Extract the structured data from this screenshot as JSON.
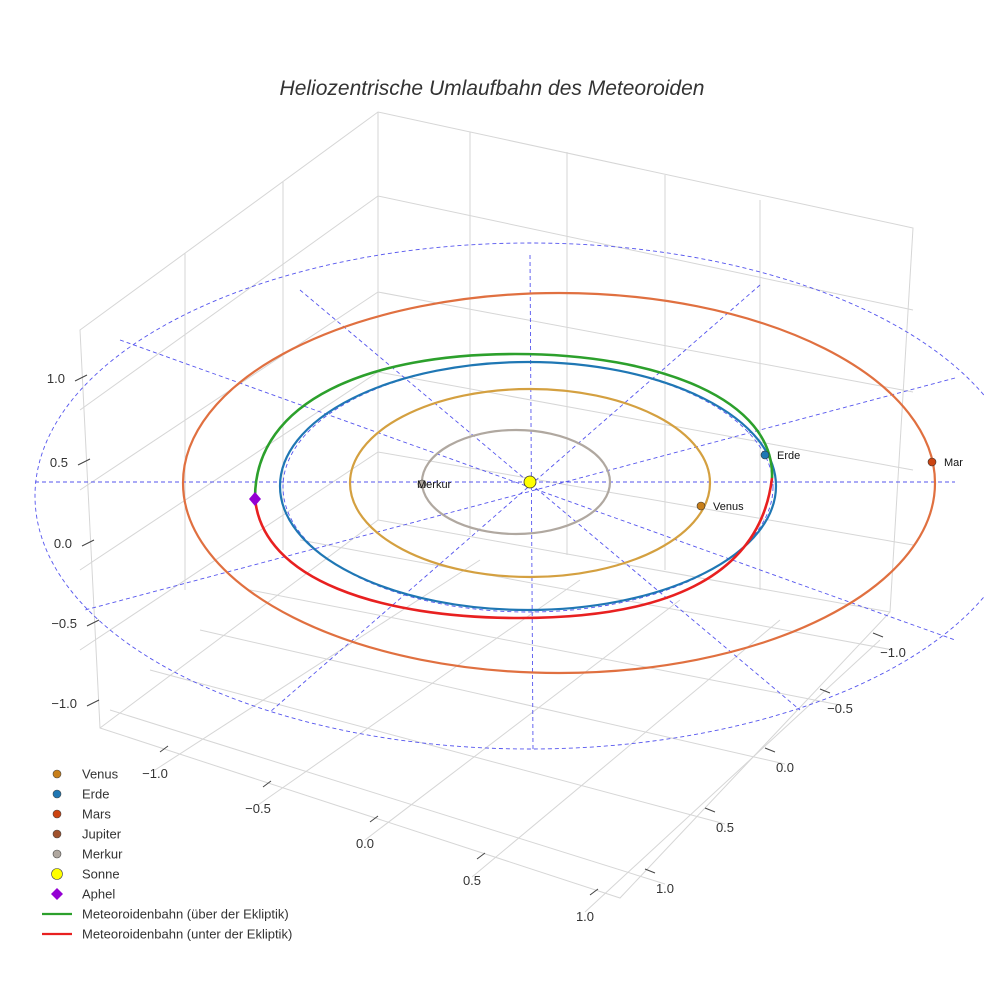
{
  "chart_data": {
    "type": "scatter3d",
    "title": "Heliozentrische Umlaufbahn des Meteoroiden",
    "axes": {
      "x": {
        "ticks": [
          "−1.0",
          "−0.5",
          "0.0",
          "0.5",
          "1.0"
        ],
        "range": [
          -1.2,
          1.2
        ]
      },
      "y": {
        "ticks": [
          "−1.0",
          "−0.5",
          "0.0",
          "0.5",
          "1.0"
        ],
        "range": [
          -1.2,
          1.2
        ]
      },
      "z": {
        "ticks": [
          "1.0",
          "0.5",
          "0.0",
          "−0.5",
          "−1.0"
        ],
        "range": [
          -1.2,
          1.2
        ]
      }
    },
    "planets": [
      {
        "name": "Merkur",
        "label": "Merkur",
        "orbit_radius": 0.39,
        "color": "#b0a8a0"
      },
      {
        "name": "Venus",
        "label": "Venus",
        "orbit_radius": 0.72,
        "color": "#d4a040"
      },
      {
        "name": "Erde",
        "label": "Erde",
        "orbit_radius": 1.0,
        "color": "#1f77b4"
      },
      {
        "name": "Mars",
        "label": "Mar",
        "orbit_radius": 1.52,
        "color": "#e07040"
      }
    ],
    "sun": {
      "name": "Sonne",
      "x": 0,
      "y": 0,
      "z": 0,
      "color": "#ffff00"
    },
    "aphel": {
      "name": "Aphel",
      "color": "#9400d3"
    },
    "meteoroid_orbit": {
      "above": {
        "name": "Meteoroidenbahn (über der Ekliptik)",
        "color": "#2ca02c"
      },
      "below": {
        "name": "Meteoroidenbahn (unter der Ekliptik)",
        "color": "#e82020"
      }
    },
    "legend": {
      "position": "bottom-left",
      "entries": [
        {
          "label": "Venus",
          "symbol": "circle",
          "color": "#c87f1a"
        },
        {
          "label": "Erde",
          "symbol": "circle",
          "color": "#1f77b4"
        },
        {
          "label": "Mars",
          "symbol": "circle",
          "color": "#cc4411"
        },
        {
          "label": "Jupiter",
          "symbol": "circle",
          "color": "#a0522d"
        },
        {
          "label": "Merkur",
          "symbol": "circle",
          "color": "#b0a8a0"
        },
        {
          "label": "Sonne",
          "symbol": "circle-large",
          "color": "#ffff00"
        },
        {
          "label": "Aphel",
          "symbol": "diamond",
          "color": "#9400d3"
        },
        {
          "label": "Meteoroidenbahn (über der Ekliptik)",
          "symbol": "line",
          "color": "#2ca02c"
        },
        {
          "label": "Meteoroidenbahn (unter der Ekliptik)",
          "symbol": "line",
          "color": "#e82020"
        }
      ]
    }
  }
}
